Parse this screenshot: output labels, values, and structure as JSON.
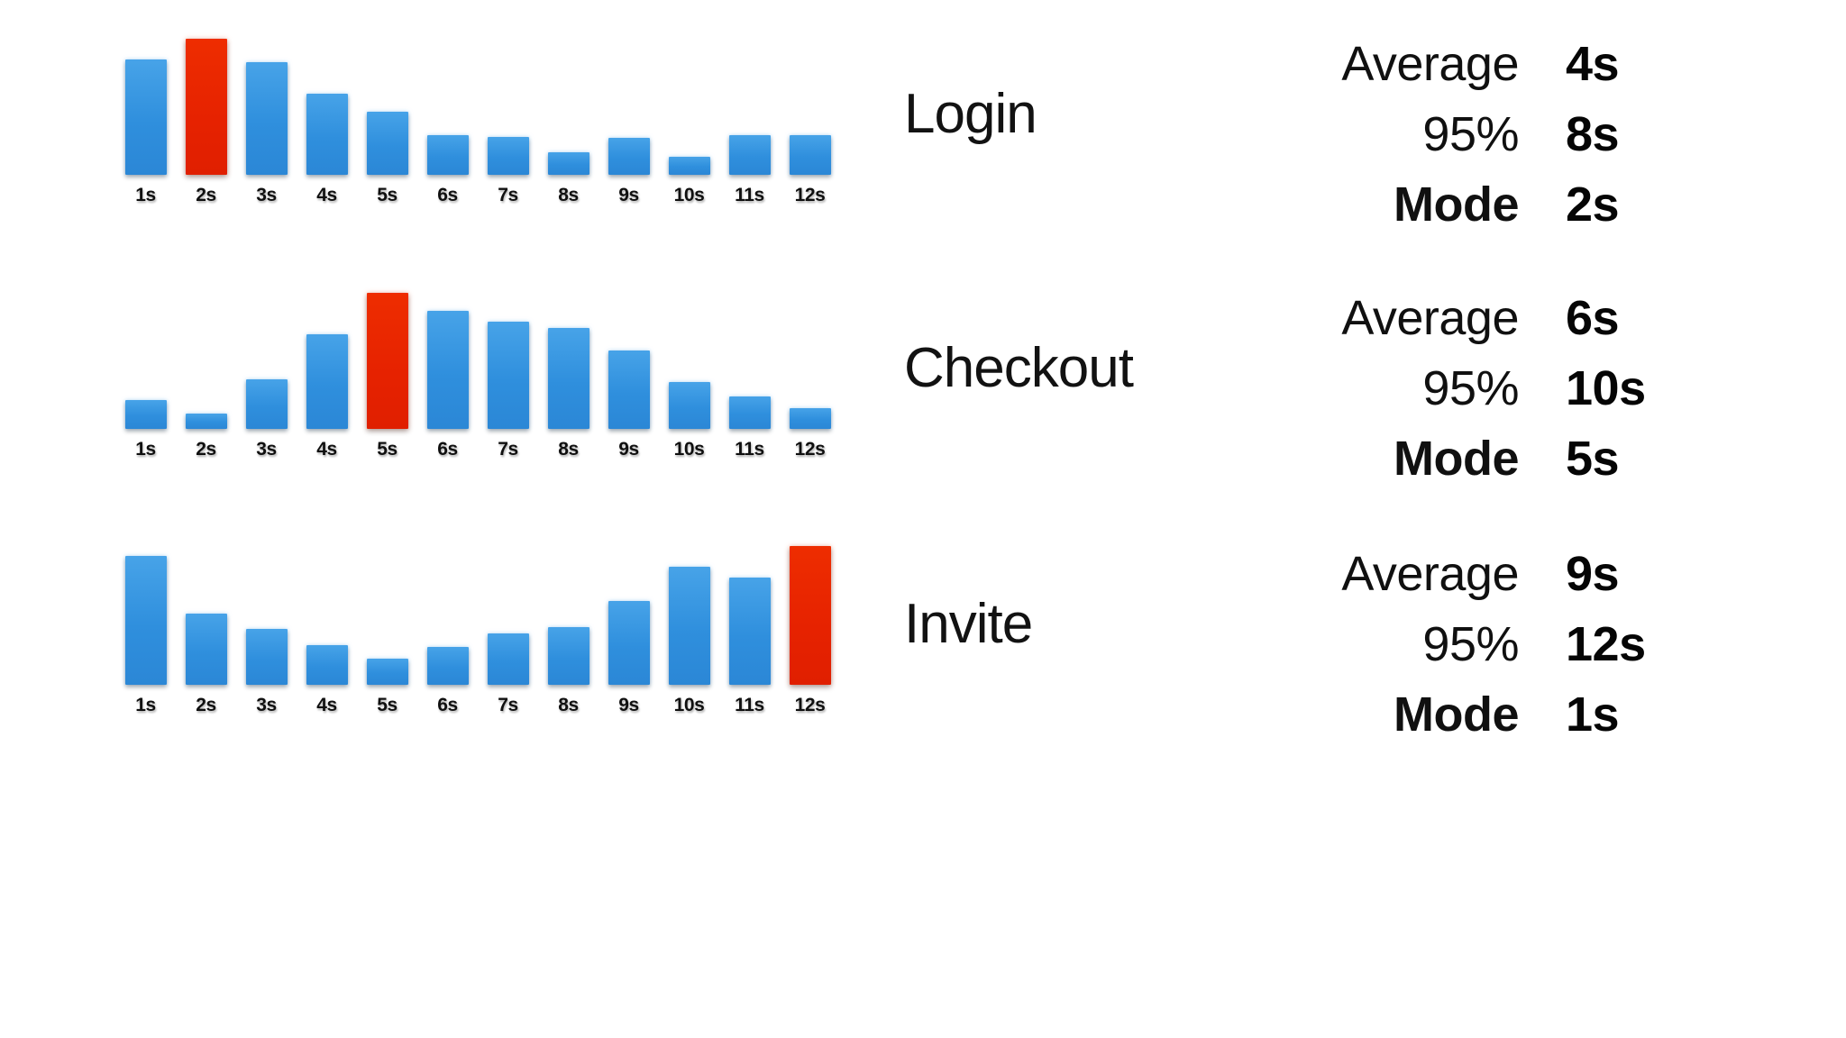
{
  "page": {
    "background": "#ffffff",
    "bar_color": "#3091dd",
    "mode_bar_color": "#e62200"
  },
  "stat_labels": {
    "average": "Average",
    "p95": "95%",
    "mode": "Mode"
  },
  "reports": [
    {
      "flow": "Login",
      "stats": {
        "average": "4s",
        "p95": "8s",
        "mode": "2s"
      }
    },
    {
      "flow": "Checkout",
      "stats": {
        "average": "6s",
        "p95": "10s",
        "mode": "5s"
      }
    },
    {
      "flow": "Invite",
      "stats": {
        "average": "9s",
        "p95": "12s",
        "mode": "1s"
      }
    }
  ],
  "chart_data": [
    {
      "type": "bar",
      "title": "Login",
      "xlabel": "",
      "ylabel": "",
      "grid": false,
      "legend": false,
      "categories": [
        "1s",
        "2s",
        "3s",
        "4s",
        "5s",
        "6s",
        "7s",
        "8s",
        "9s",
        "10s",
        "11s",
        "12s"
      ],
      "values": [
        88,
        104,
        86,
        62,
        48,
        30,
        29,
        17,
        28,
        14,
        30,
        30
      ],
      "ylim": [
        0,
        110
      ],
      "highlight_index": 1,
      "highlight_category": "2s",
      "highlight_color": "#e62200",
      "bar_color": "#3091dd"
    },
    {
      "type": "bar",
      "title": "Checkout",
      "xlabel": "",
      "ylabel": "",
      "grid": false,
      "legend": false,
      "categories": [
        "1s",
        "2s",
        "3s",
        "4s",
        "5s",
        "6s",
        "7s",
        "8s",
        "9s",
        "10s",
        "11s",
        "12s"
      ],
      "values": [
        22,
        12,
        38,
        72,
        104,
        90,
        82,
        77,
        60,
        36,
        25,
        16
      ],
      "ylim": [
        0,
        110
      ],
      "highlight_index": 4,
      "highlight_category": "5s",
      "highlight_color": "#e62200",
      "bar_color": "#3091dd"
    },
    {
      "type": "bar",
      "title": "Invite",
      "xlabel": "",
      "ylabel": "",
      "grid": false,
      "legend": false,
      "categories": [
        "1s",
        "2s",
        "3s",
        "4s",
        "5s",
        "6s",
        "7s",
        "8s",
        "9s",
        "10s",
        "11s",
        "12s"
      ],
      "values": [
        130,
        72,
        56,
        40,
        26,
        38,
        52,
        58,
        84,
        119,
        108,
        140
      ],
      "ylim": [
        0,
        145
      ],
      "highlight_index": 11,
      "highlight_category": "12s",
      "highlight_color": "#e62200",
      "bar_color": "#3091dd"
    }
  ]
}
